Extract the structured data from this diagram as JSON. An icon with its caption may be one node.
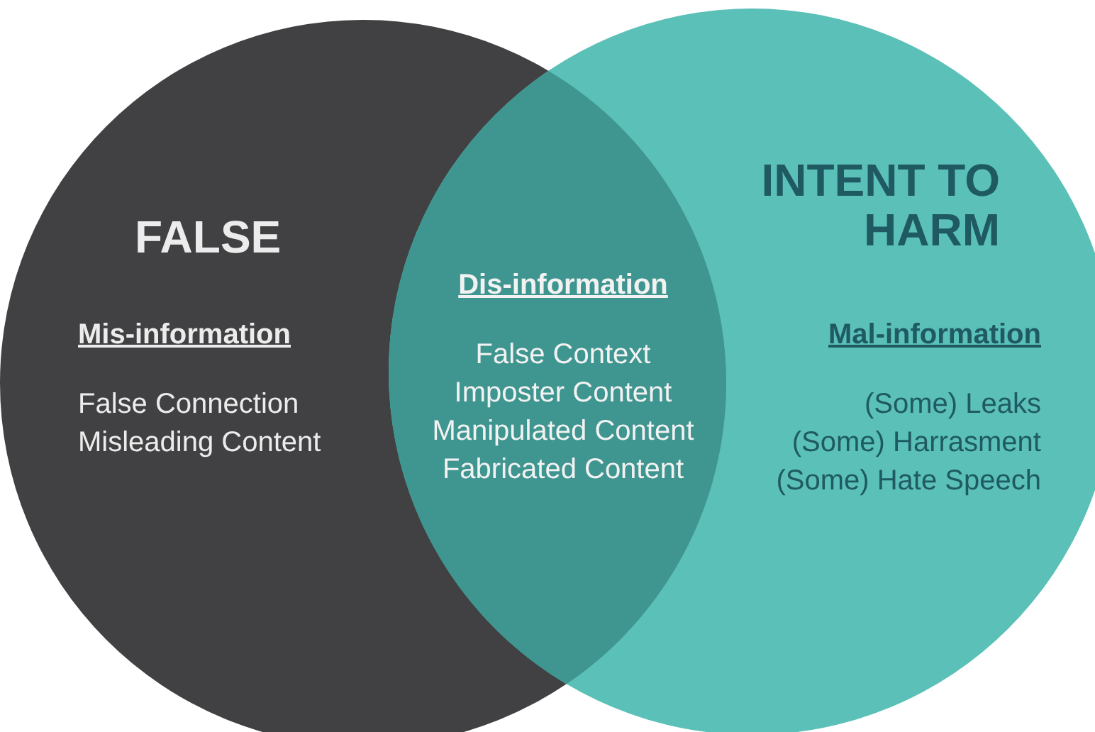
{
  "diagram": {
    "nodes": [
      {
        "text": [
          "FALSE",
          "Mis-information",
          "False Connection",
          "Misleading Content"
        ]
      },
      {
        "text": [
          "INTENT TO HARM",
          "Mal-information",
          "(Some) Leaks",
          "(Some) Harrasment",
          "(Some) Hate Speech"
        ]
      },
      {
        "text": [
          "Dis-information",
          "False Context",
          "Imposter Content",
          "Manipulated Content",
          "Fabricated Content"
        ]
      }
    ],
    "edges": []
  }
}
